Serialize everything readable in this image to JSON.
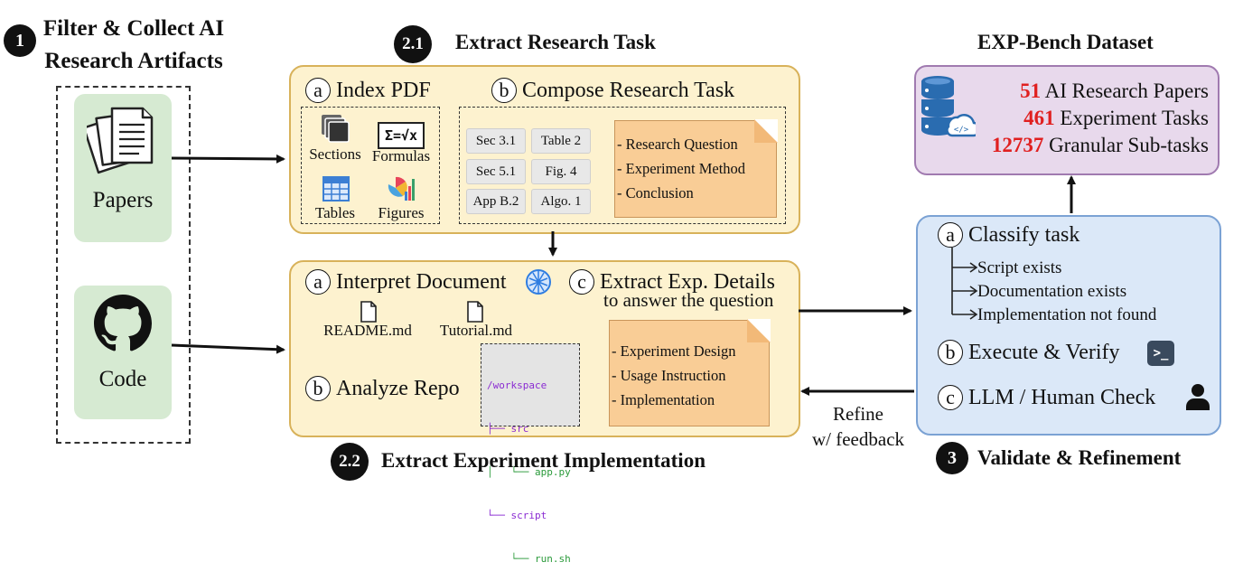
{
  "section1": {
    "badge": "1",
    "title_line1": "Filter & Collect AI",
    "title_line2": "Research Artifacts",
    "papers_label": "Papers",
    "code_label": "Code"
  },
  "section21": {
    "badge": "2.1",
    "title": "Extract Research Task",
    "step_a_letter": "a",
    "step_a_label": "Index PDF",
    "step_b_letter": "b",
    "step_b_label": "Compose Research Task",
    "index_items": [
      "Sections",
      "Formulas",
      "Tables",
      "Figures"
    ],
    "formula_glyph": "Σ=√x",
    "chips": [
      "Sec 3.1",
      "Table 2",
      "Sec 5.1",
      "Fig. 4",
      "App B.2",
      "Algo. 1"
    ],
    "note_lines": [
      "- Research Question",
      "- Experiment Method",
      "- Conclusion"
    ]
  },
  "section22": {
    "badge": "2.2",
    "title": "Extract Experiment Implementation",
    "step_a_letter": "a",
    "step_a_label": "Interpret Document",
    "step_b_letter": "b",
    "step_b_label": "Analyze Repo",
    "step_c_letter": "c",
    "step_c_label": "Extract Exp. Details",
    "step_c_sub": "to answer the question",
    "files": [
      "README.md",
      "Tutorial.md"
    ],
    "tree": [
      "/workspace",
      "├── src",
      "│   └── app.py",
      "└── script",
      "    └── run.sh"
    ],
    "note_lines": [
      "- Experiment Design",
      "- Usage Instruction",
      "- Implementation"
    ]
  },
  "dataset": {
    "title": "EXP-Bench Dataset",
    "stats": [
      {
        "value": "51",
        "label": "AI Research Papers"
      },
      {
        "value": "461",
        "label": "Experiment Tasks"
      },
      {
        "value": "12737",
        "label": "Granular Sub-tasks"
      }
    ]
  },
  "section3": {
    "badge": "3",
    "title": "Validate & Refinement",
    "step_a_letter": "a",
    "step_a_label": "Classify task",
    "classes": [
      "Script exists",
      "Documentation exists",
      "Implementation not found"
    ],
    "step_b_letter": "b",
    "step_b_label": "Execute & Verify",
    "step_c_letter": "c",
    "step_c_label": "LLM / Human Check",
    "terminal_glyph": ">_"
  },
  "refine": {
    "line1": "Refine",
    "line2": "w/ feedback"
  },
  "colors": {
    "accent_red": "#e02020",
    "panel_yellow": "#fdf2cf",
    "note_orange": "#f9cd96",
    "green": "#d6ead2",
    "blue": "#dbe8f8",
    "purple": "#e8d9ec"
  }
}
